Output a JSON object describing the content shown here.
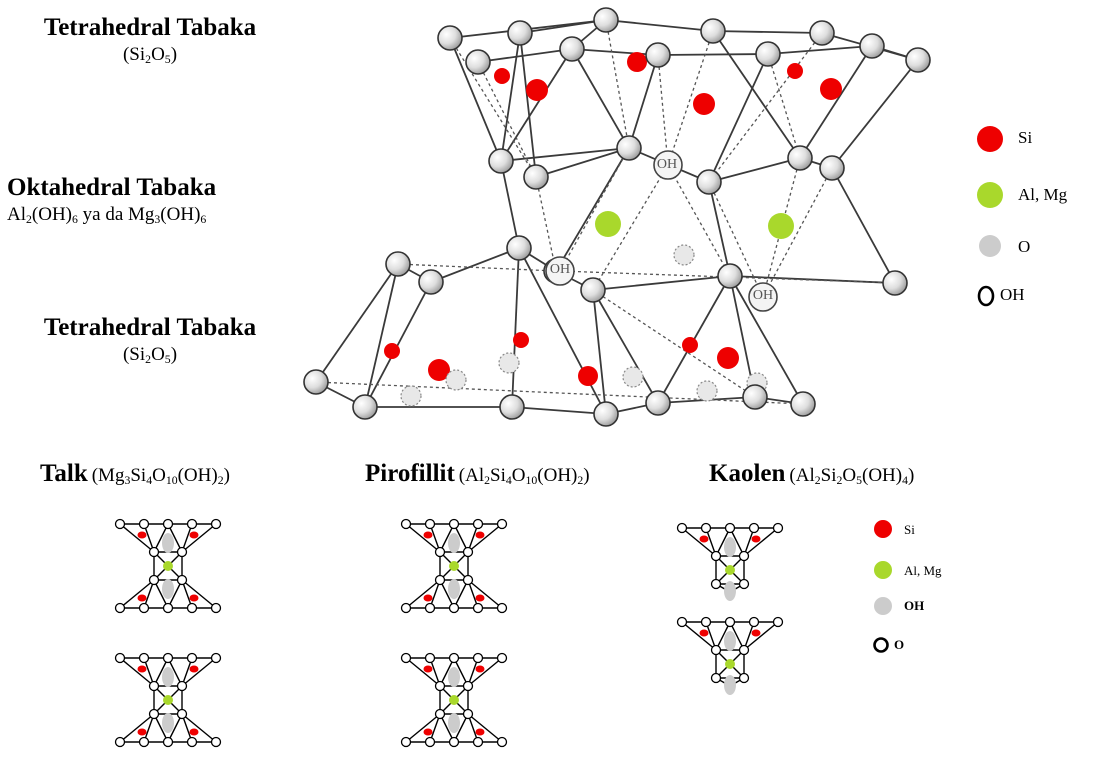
{
  "layers": {
    "top_tetrahedral": {
      "title": "Tetrahedral Tabaka",
      "formula": [
        "(Si",
        "2",
        "O",
        "5",
        ")"
      ]
    },
    "octahedral": {
      "title": "Oktahedral Tabaka",
      "formula": [
        "Al",
        "2",
        "(OH)",
        "6",
        " ya da Mg",
        "3",
        "(OH)",
        "6"
      ]
    },
    "bottom_tetrahedral": {
      "title": "Tetrahedral Tabaka",
      "formula": [
        "(Si",
        "2",
        "O",
        "5",
        ")"
      ]
    }
  },
  "structure_labels": {
    "oh": "OH"
  },
  "legend_main": [
    {
      "symbol": "red-dot",
      "label": "Si"
    },
    {
      "symbol": "green-dot",
      "label": "Al, Mg"
    },
    {
      "symbol": "gray-dot",
      "label": "O"
    },
    {
      "symbol": "open-ring",
      "label": "OH"
    }
  ],
  "minerals": [
    {
      "name": "Talk",
      "formula": [
        "(Mg",
        "3",
        "Si",
        "4",
        "O",
        "10",
        "(OH)",
        "2",
        ")"
      ]
    },
    {
      "name": "Pirofillit",
      "formula": [
        "(Al",
        "2",
        "Si",
        "4",
        "O",
        "10",
        "(OH)",
        "2",
        ")"
      ]
    },
    {
      "name": "Kaolen",
      "formula": [
        "(Al",
        "2",
        "Si",
        "2",
        "O",
        "5",
        "(OH)",
        "4",
        ")"
      ]
    }
  ],
  "legend_small": [
    {
      "symbol": "red-dot",
      "label": "Si"
    },
    {
      "symbol": "green-dot",
      "label": "Al, Mg"
    },
    {
      "symbol": "gray-dot",
      "label": "OH"
    },
    {
      "symbol": "open-ring",
      "label": "O"
    }
  ],
  "colors": {
    "si": "#ee0000",
    "al_mg": "#a9d82c",
    "oxygen": "#cccccc",
    "line": "#3a3a3a"
  }
}
